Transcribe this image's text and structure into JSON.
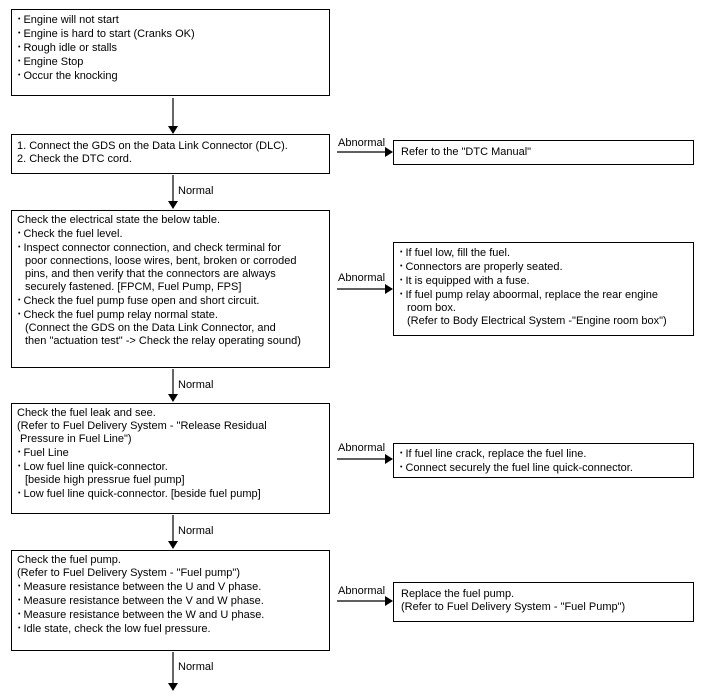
{
  "symptoms": {
    "items": [
      "Engine will not start",
      "Engine is hard to start (Cranks OK)",
      "Rough idle or stalls",
      "Engine Stop",
      "Occur the knocking"
    ]
  },
  "step1": {
    "lines": [
      "1. Connect the GDS on the Data Link Connector (DLC).",
      "2. Check the DTC cord."
    ],
    "abnormal_label": "Abnormal",
    "result": "Refer to the \"DTC Manual\""
  },
  "step2": {
    "intro": "Check the electrical state the below table.",
    "bullet1": "Check the fuel level.",
    "bullet2": [
      "Inspect connector connection, and check terminal for",
      "poor connections, loose wires, bent, broken or corroded",
      "pins, and then verify that the connectors are always",
      "securely fastened. [FPCM, Fuel Pump, FPS]"
    ],
    "bullet3": "Check the fuel pump fuse open and short circuit.",
    "bullet4": [
      "Check the fuel pump relay normal state.",
      "(Connect the GDS on the Data Link Connector, and",
      "then \"actuation test\" -> Check the relay operating sound)"
    ],
    "abnormal_label": "Abnormal",
    "result": {
      "r1": "If fuel low, fill the fuel.",
      "r2": "Connectors are properly seated.",
      "r3": "It is equipped with a fuse.",
      "r4": [
        "If fuel pump relay aboormal, replace the rear engine",
        "room box.",
        "(Refer to Body Electrical System -\"Engine room box\")"
      ]
    }
  },
  "step3": {
    "intro": [
      "Check the fuel leak and see.",
      "(Refer to Fuel Delivery System - \"Release Residual",
      " Pressure in Fuel Line\")"
    ],
    "bullet1": "Fuel Line",
    "bullet2": [
      "Low fuel line quick-connector.",
      "[beside high pressrue fuel pump]"
    ],
    "bullet3": "Low fuel line quick-connector. [beside fuel pump]",
    "abnormal_label": "Abnormal",
    "result": [
      "If fuel line crack, replace the fuel line.",
      "Connect securely the fuel line quick-connector."
    ]
  },
  "step4": {
    "intro": [
      "Check the fuel pump.",
      "(Refer to Fuel Delivery System - \"Fuel pump\")"
    ],
    "bullets": [
      "Measure resistance between the U and V phase.",
      "Measure resistance between the V and W phase.",
      "Measure resistance between the W and U phase.",
      "Idle state, check the low fuel pressure."
    ],
    "abnormal_label": "Abnormal",
    "result": [
      "Replace the fuel pump.",
      "(Refer to Fuel Delivery System - \"Fuel Pump\")"
    ]
  },
  "normal_labels": [
    "Normal",
    "Normal",
    "Normal",
    "Normal"
  ]
}
